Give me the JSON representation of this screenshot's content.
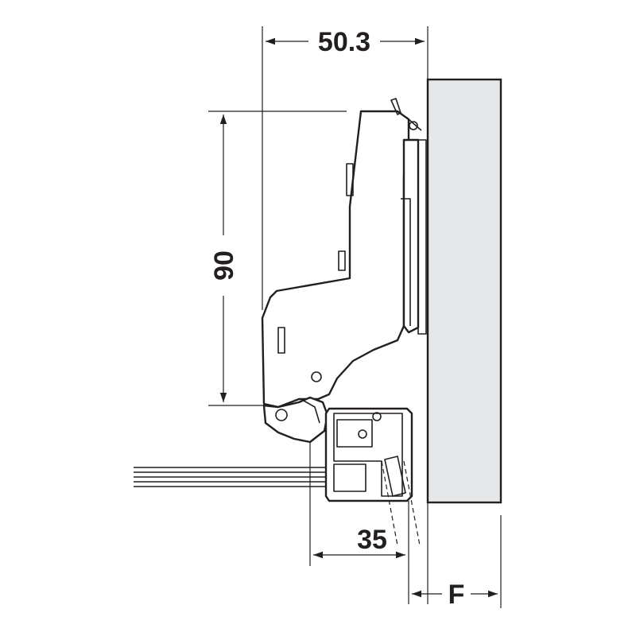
{
  "dimensions": {
    "top_width": "50.3",
    "height": "90",
    "cup_distance": "35",
    "overlay": "F"
  },
  "colors": {
    "line": "#231f20",
    "door_fill": "#e6e7e8",
    "background": "#ffffff"
  }
}
